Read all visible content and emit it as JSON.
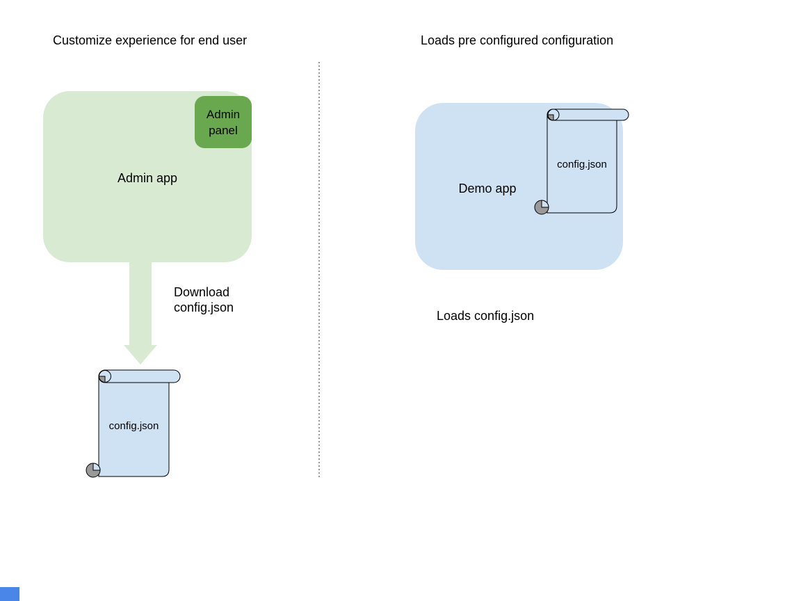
{
  "left": {
    "title": "Customize experience for end user",
    "admin_app_label": "Admin app",
    "admin_panel_label": "Admin panel",
    "download_label": "Download\nconfig.json",
    "config_file_label": "config.json"
  },
  "right": {
    "title": "Loads pre configured configuration",
    "demo_app_label": "Demo app",
    "config_file_label": "config.json",
    "loads_label": "Loads config.json"
  },
  "colors": {
    "green_light": "#d9ead3",
    "green_dark": "#6aa84f",
    "blue_light": "#cfe2f3",
    "outline": "#000000",
    "curl_gray": "#999999",
    "divider_gray": "#999999",
    "corner_blue": "#4a86e8",
    "text": "#000000"
  }
}
